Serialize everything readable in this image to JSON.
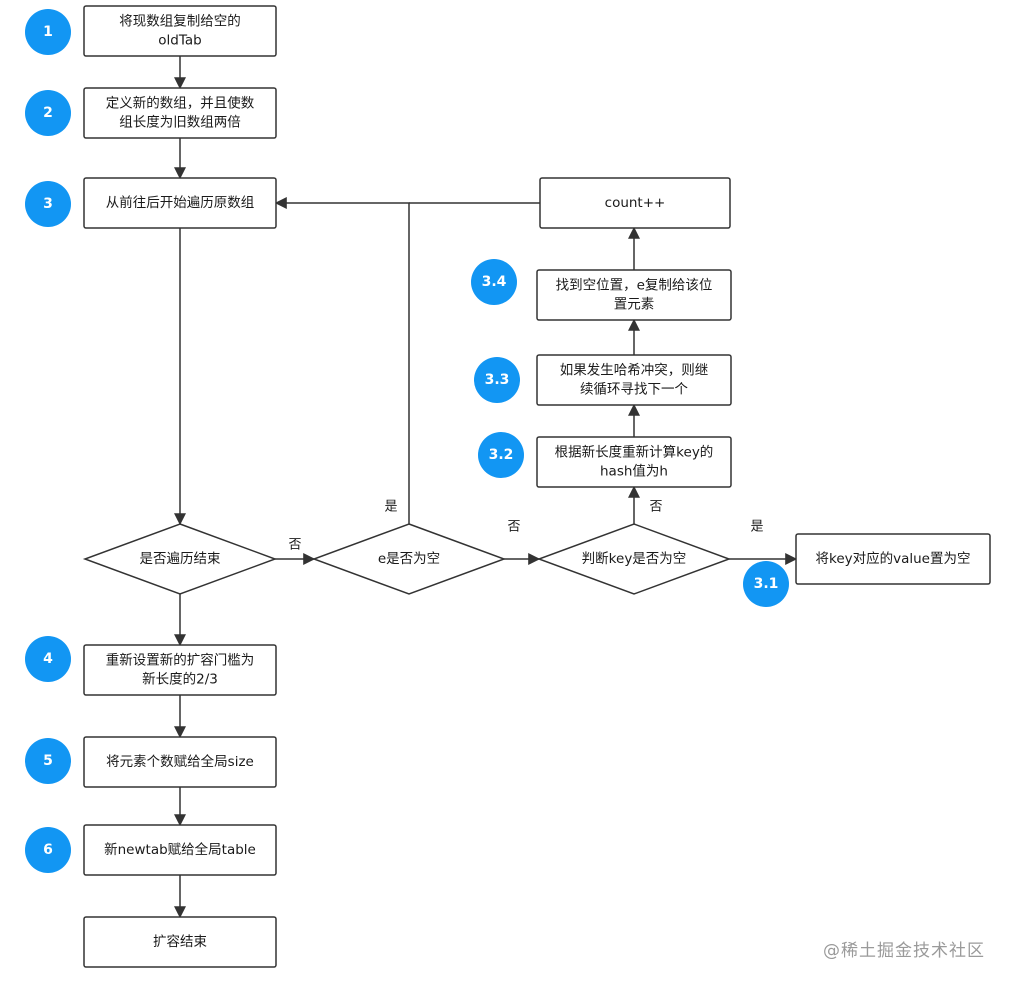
{
  "nodes": {
    "step1": {
      "lines": [
        "将现数组复制给空的",
        "oldTab"
      ]
    },
    "step2": {
      "lines": [
        "定义新的数组，并且使数",
        "组长度为旧数组两倍"
      ]
    },
    "step3": {
      "lines": [
        "从前往后开始遍历原数组"
      ]
    },
    "decision_end": {
      "lines": [
        "是否遍历结束"
      ]
    },
    "decision_e_null": {
      "lines": [
        "e是否为空"
      ]
    },
    "decision_key_null": {
      "lines": [
        "判断key是否为空"
      ]
    },
    "step3_1": {
      "lines": [
        "将key对应的value置为空"
      ]
    },
    "step3_2": {
      "lines": [
        "根据新长度重新计算key的",
        "hash值为h"
      ]
    },
    "step3_3": {
      "lines": [
        "如果发生哈希冲突，则继",
        "续循环寻找下一个"
      ]
    },
    "step3_4": {
      "lines": [
        "找到空位置，e复制给该位",
        "置元素"
      ]
    },
    "count": {
      "lines": [
        "count++"
      ]
    },
    "step4": {
      "lines": [
        "重新设置新的扩容门槛为",
        "新长度的2/3"
      ]
    },
    "step5": {
      "lines": [
        "将元素个数赋给全局size"
      ]
    },
    "step6": {
      "lines": [
        "新newtab赋给全局table"
      ]
    },
    "end": {
      "lines": [
        "扩容结束"
      ]
    }
  },
  "badges": {
    "b1": "1",
    "b2": "2",
    "b3": "3",
    "b4": "4",
    "b5": "5",
    "b6": "6",
    "b31": "3.1",
    "b32": "3.2",
    "b33": "3.3",
    "b34": "3.4"
  },
  "edge_labels": {
    "no_after_end": "否",
    "yes_e_null": "是",
    "no_e_null": "否",
    "yes_key_null": "是",
    "no_key_null": "否"
  },
  "watermark": "@稀土掘金技术社区",
  "colors": {
    "badge": "#1296f3",
    "stroke": "#333333",
    "fill": "#ffffff"
  }
}
